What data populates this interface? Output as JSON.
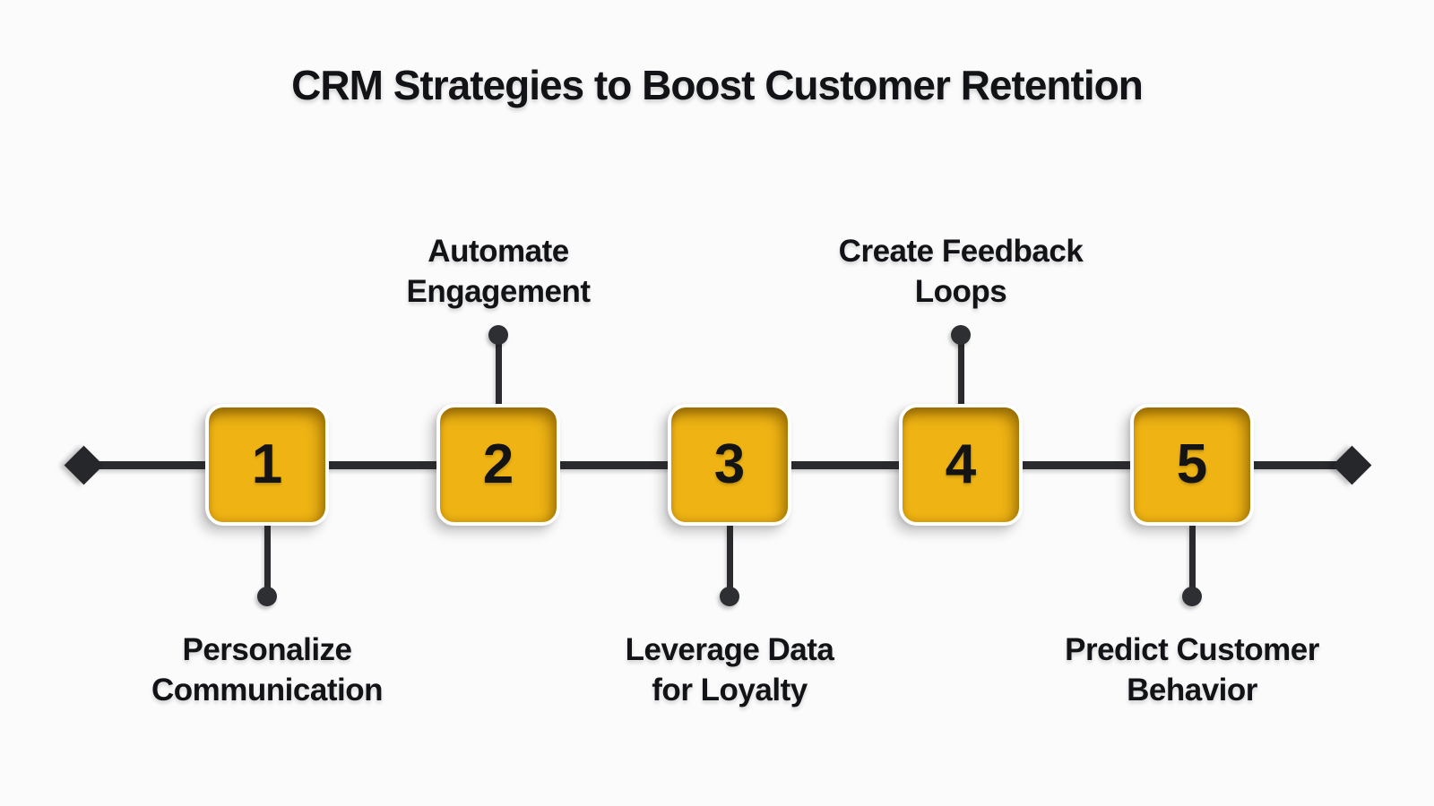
{
  "title": "CRM Strategies to Boost Customer Retention",
  "timeline": {
    "start_marker": "diamond",
    "end_marker": "diamond",
    "steps": [
      {
        "number": "1",
        "label": "Personalize Communication",
        "label_line1": "Personalize",
        "label_line2": "Communication",
        "label_position": "below"
      },
      {
        "number": "2",
        "label": "Automate Engagement",
        "label_line1": "Automate",
        "label_line2": "Engagement",
        "label_position": "above"
      },
      {
        "number": "3",
        "label": "Leverage Data for Loyalty",
        "label_line1": "Leverage Data",
        "label_line2": "for Loyalty",
        "label_position": "below"
      },
      {
        "number": "4",
        "label": "Create Feedback Loops",
        "label_line1": "Create Feedback",
        "label_line2": "Loops",
        "label_position": "above"
      },
      {
        "number": "5",
        "label": "Predict Customer Behavior",
        "label_line1": "Predict Customer",
        "label_line2": "Behavior",
        "label_position": "below"
      }
    ]
  },
  "colors": {
    "background": "#fbfbfc",
    "step_box_fill": "#efb414",
    "step_box_corner_shade": "#8f6a06",
    "step_box_border": "#ffffff",
    "timeline_line": "#2a2b2e",
    "marker_fill": "#26272b",
    "text": "#121316"
  }
}
